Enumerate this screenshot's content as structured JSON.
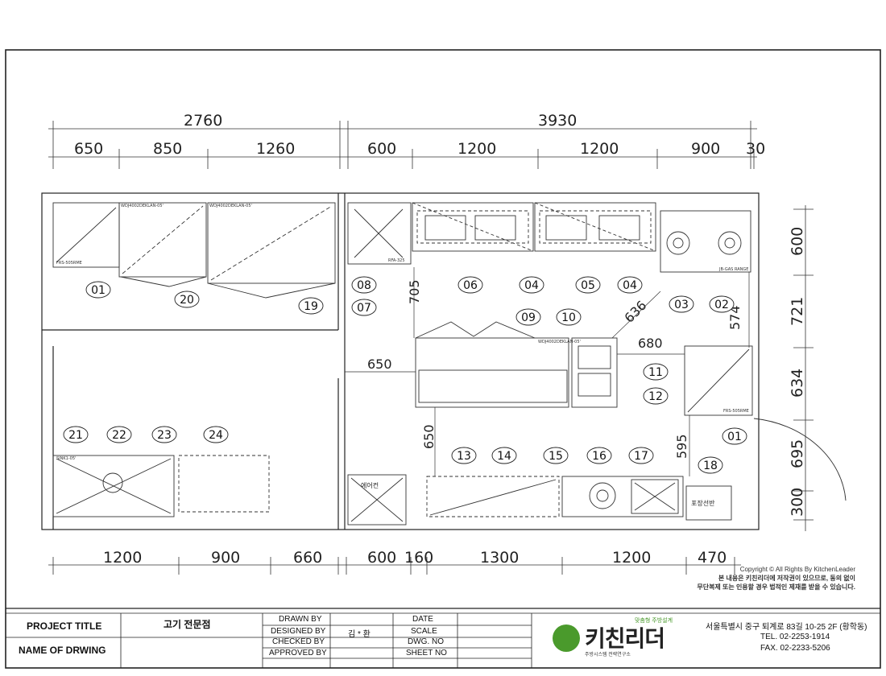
{
  "dimensions": {
    "top_total": [
      "2760",
      "3930"
    ],
    "top_segments": [
      "650",
      "850",
      "1260",
      "600",
      "1200",
      "1200",
      "900",
      "30"
    ],
    "right_segments": [
      "600",
      "721",
      "634",
      "695",
      "300"
    ],
    "bottom_segments": [
      "1200",
      "900",
      "660",
      "600",
      "160",
      "1300",
      "1200",
      "470"
    ],
    "inner": [
      "705",
      "636",
      "680",
      "574",
      "650",
      "650",
      "595"
    ]
  },
  "labels": [
    "01",
    "20",
    "19",
    "08",
    "07",
    "06",
    "04",
    "05",
    "04",
    "03",
    "02",
    "09",
    "10",
    "11",
    "12",
    "01",
    "21",
    "22",
    "23",
    "24",
    "13",
    "14",
    "15",
    "16",
    "17",
    "18"
  ],
  "room_labels": {
    "aircon": "에어컨",
    "packing": "포장선반"
  },
  "small_labels": {
    "frs": "FRS-505RME",
    "frs2": "FRS-505RME",
    "walk1": "WDJ4002DEKLAN-05'",
    "walk2": "WDJ4002DEKLAN-05'",
    "rfa": "RFA-325",
    "wdj": "WDJ4002DEKLAN-05'",
    "gas": "JB-GAS RANGE",
    "sink1": "SINK1-05'"
  },
  "copyright": {
    "line1": "Copyright © All Rights By KitchenLeader",
    "line2": "본 내용은 키친리더에 저작권이 있으므로, 동의 없이",
    "line3": "무단복제 또는 인용할 경우 법적인 제재를 받을 수 있습니다."
  },
  "title_block": {
    "project_title_label": "PROJECT TITLE",
    "project_title": "고기 전문점",
    "name_of_drawing_label": "NAME OF DRWING",
    "drawn_by": "DRAWN BY",
    "designed_by": "DESIGNED BY",
    "designer": "김 * 환",
    "checked_by": "CHECKED BY",
    "approved_by": "APPROVED BY",
    "date": "DATE",
    "scale": "SCALE",
    "dwg_no": "DWG. NO",
    "sheet_no": "SHEET NO"
  },
  "company": {
    "logo_text": "키친리더",
    "tagline": "맞춤형 주방설계",
    "sub": "주방시스템 전략연구소",
    "address": "서울특별시 중구 퇴계로 83길 10-25 2F (황학동)",
    "tel": "TEL. 02-2253-1914",
    "fax": "FAX. 02-2233-5206",
    "brand_color": "#4a9a2c"
  }
}
